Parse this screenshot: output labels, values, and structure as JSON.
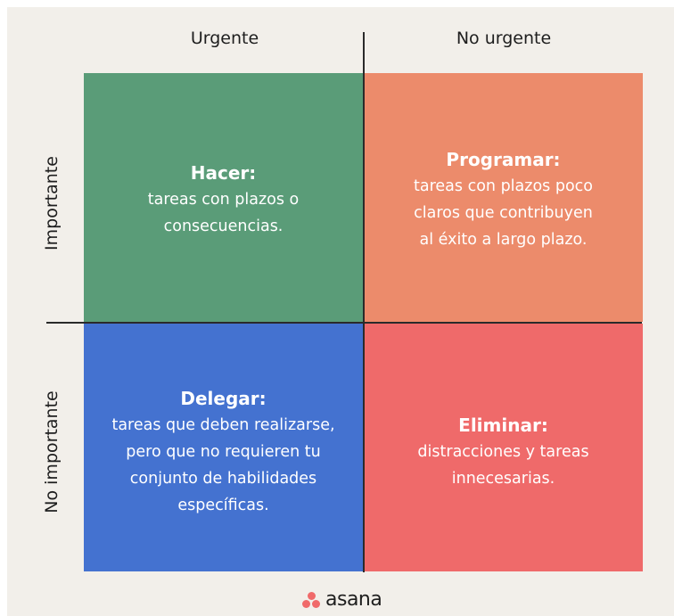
{
  "columns": {
    "urgent": "Urgente",
    "not_urgent": "No urgente"
  },
  "rows": {
    "important": "Importante",
    "not_important": "No importante"
  },
  "quadrants": {
    "do": {
      "title": "Hacer:",
      "description": "tareas con plazos o\nconsecuencias.",
      "color": "#5a9c78"
    },
    "schedule": {
      "title": "Programar:",
      "description": "tareas con plazos poco\nclaros que contribuyen\nal éxito a largo plazo.",
      "color": "#ec8b6b"
    },
    "delegate": {
      "title": "Delegar:",
      "description": "tareas que deben realizarse,\npero que no requieren tu\nconjunto de habilidades\nespecíficas.",
      "color": "#4472d0"
    },
    "eliminate": {
      "title": "Eliminar:",
      "description": "distracciones y tareas\ninnecesarias.",
      "color": "#ef6a6a"
    }
  },
  "logo": {
    "wordmark": "asana",
    "mark_color": "#f06a6a"
  }
}
